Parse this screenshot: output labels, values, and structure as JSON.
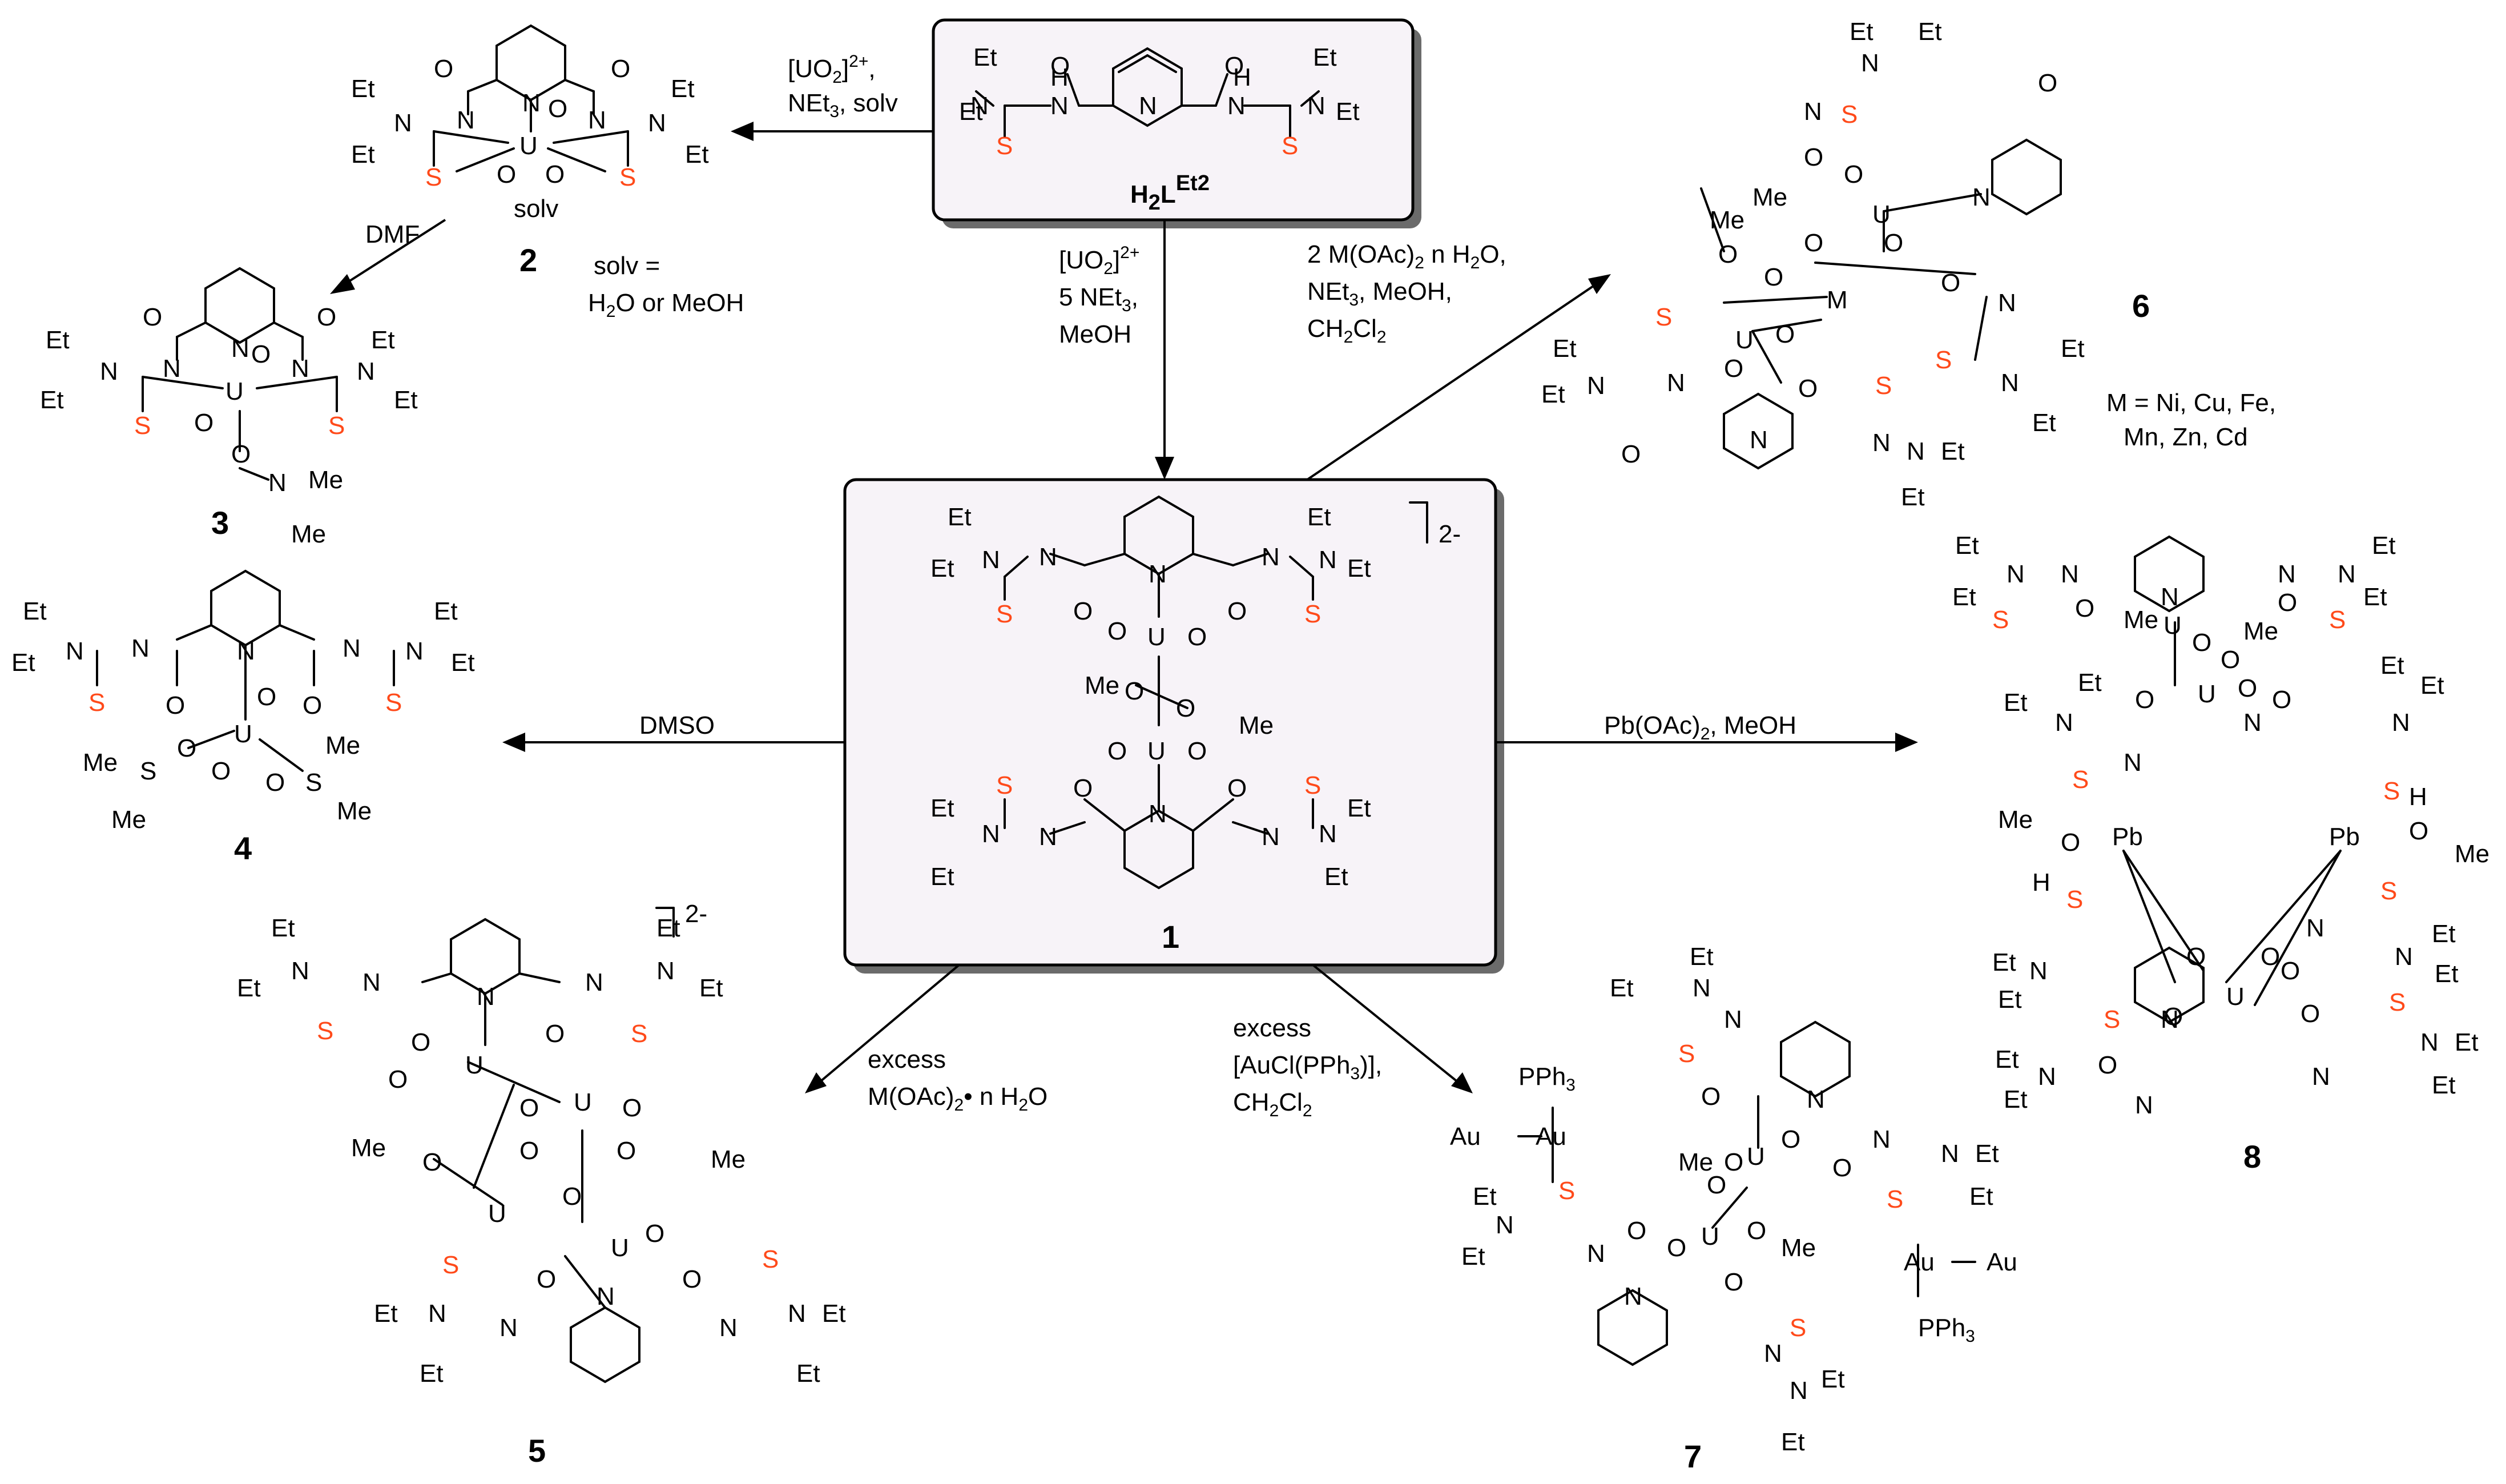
{
  "colors": {
    "sulfur": "#ff4a1a",
    "box_fill": "#f7f3f8",
    "box_stroke": "#000000"
  },
  "ligand": {
    "label_main": "H",
    "label_sub": "2",
    "label_mid": "L",
    "label_sup": "Et2",
    "atoms": {
      "et": "Et",
      "n": "N",
      "h": "H",
      "s": "S",
      "o": "O"
    }
  },
  "compound_numbers": [
    "1",
    "2",
    "3",
    "4",
    "5",
    "6",
    "7",
    "8"
  ],
  "charges": {
    "c1": "2-",
    "c5": "2-"
  },
  "conditions": {
    "to2": {
      "l1_a": "[UO",
      "l1_sub": "2",
      "l1_b": "]",
      "l1_sup": "2+",
      "l1_c": ",",
      "l2_a": "NEt",
      "l2_sub": "3",
      "l2_b": ", solv"
    },
    "to3": {
      "l1": "DMF"
    },
    "solv_note": {
      "l1": "solv =",
      "l2_a": "H",
      "l2_sub": "2",
      "l2_b": "O or MeOH"
    },
    "to1": {
      "l1_a": "[UO",
      "l1_sub": "2",
      "l1_b": "]",
      "l1_sup": "2+",
      "l2": "5 NEt",
      "l2_sub": "3",
      "l2_b": ",",
      "l3": "MeOH"
    },
    "to6": {
      "l1_a": "2 M(OAc)",
      "l1_sub": "2",
      "l1_b": " n H",
      "l1_sub2": "2",
      "l1_c": "O,",
      "l2_a": "NEt",
      "l2_sub": "3",
      "l2_b": ", MeOH,",
      "l3_a": "CH",
      "l3_sub": "2",
      "l3_b": "Cl",
      "l3_sub2": "2"
    },
    "metals_note": {
      "l1": "M = Ni, Cu, Fe,",
      "l2": "Mn, Zn, Cd"
    },
    "to4": {
      "l1": "DMSO"
    },
    "to8": {
      "l1_a": "Pb(OAc)",
      "l1_sub": "2",
      "l1_b": ", MeOH"
    },
    "to5": {
      "l1": "excess",
      "l2_a": "M(OAc)",
      "l2_sub": "2",
      "l2_b": "• n H",
      "l2_sub2": "2",
      "l2_c": "O"
    },
    "to7": {
      "l1": "excess",
      "l2_a": "[AuCl(PPh",
      "l2_sub": "3",
      "l2_b": ")],",
      "l3_a": "CH",
      "l3_sub": "2",
      "l3_b": "Cl",
      "l3_sub2": "2"
    }
  },
  "labels": {
    "u": "U",
    "o": "O",
    "n": "N",
    "s": "S",
    "et": "Et",
    "me": "Me",
    "ac_me": "Me",
    "solv": "solv",
    "m": "M",
    "pb": "Pb",
    "au": "Au",
    "pph3_a": "PPh",
    "pph3_sub": "3",
    "h": "H"
  }
}
